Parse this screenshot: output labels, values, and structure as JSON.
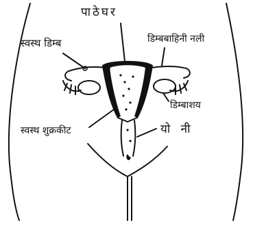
{
  "labels": {
    "uterus": "पाठेघर",
    "healthy_egg": "स्वस्थ डिम्ब",
    "fallopian_tube": "डिम्बबाहिनी नली",
    "ovary": "डिम्बाशय",
    "healthy_sperm": "स्वस्थ शुक्रकीट",
    "vagina": "यो नी"
  },
  "colors": {
    "ink": "#111111",
    "background": "#ffffff"
  }
}
